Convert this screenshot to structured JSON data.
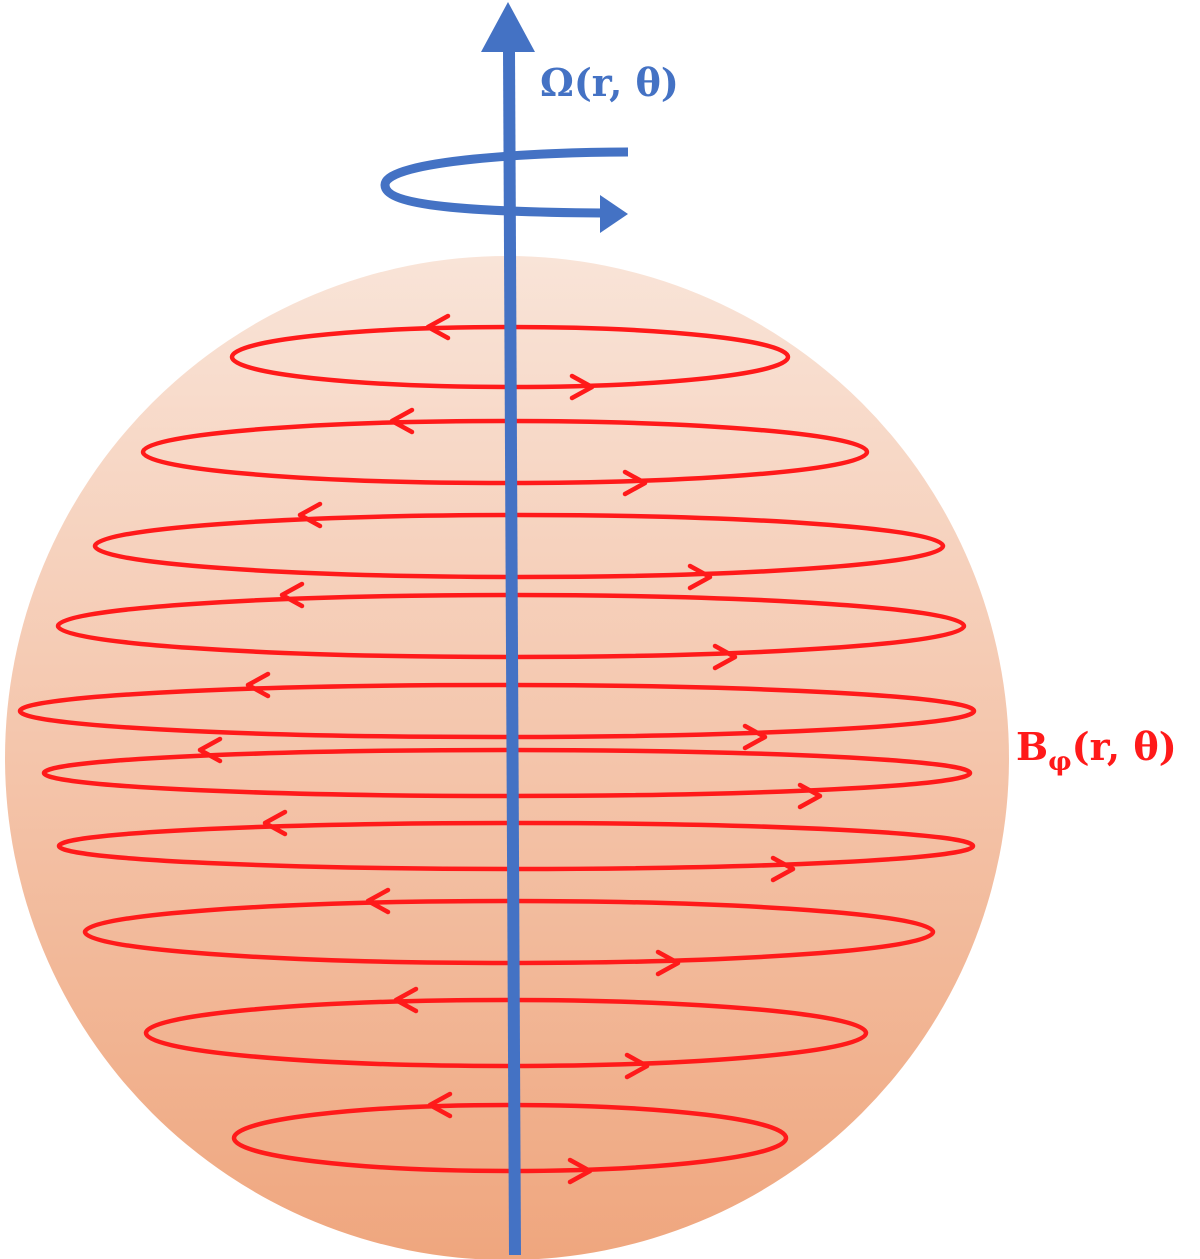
{
  "colors": {
    "axis": "#4472C4",
    "field": "#FF1A1A",
    "sphere_top": "#F9E4D8",
    "sphere_bottom": "#EFA67E"
  },
  "labels": {
    "omega": {
      "symbol": "Ω",
      "args": "(r, θ)"
    },
    "bfield": {
      "symbol": "B",
      "sub": "φ",
      "args": "(r, θ)"
    }
  }
}
